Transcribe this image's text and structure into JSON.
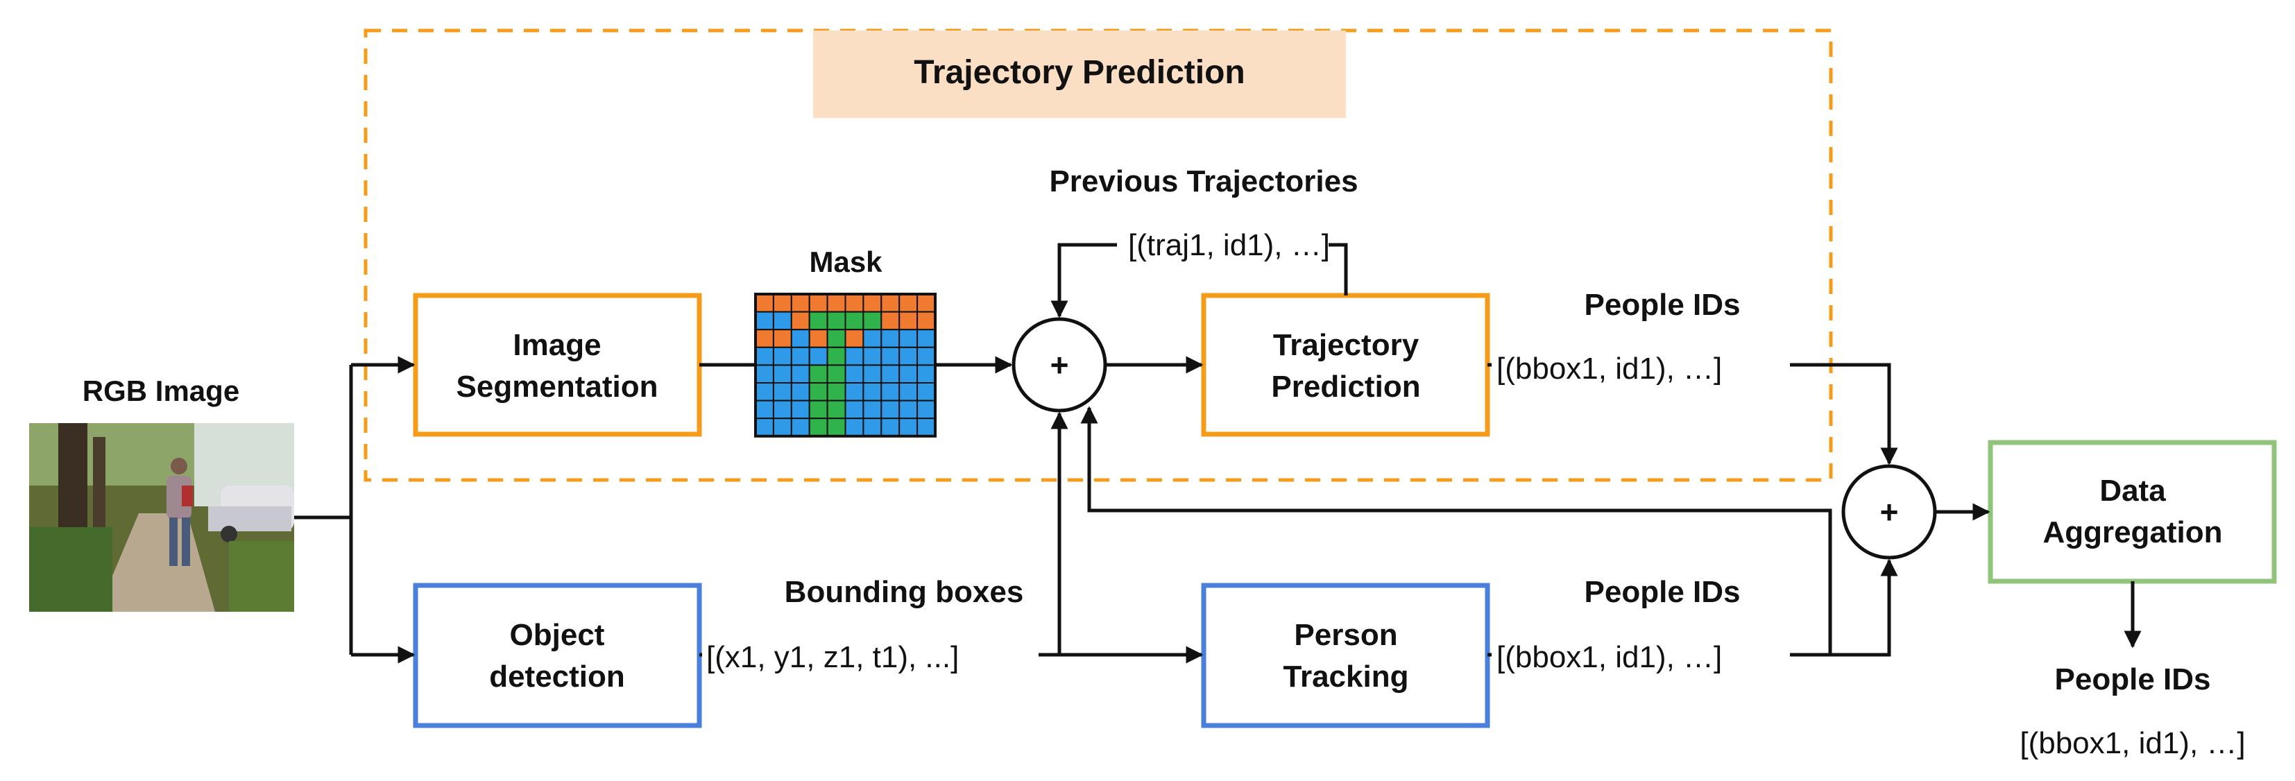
{
  "colors": {
    "orange": "#f59d1a",
    "blue": "#4a7fdb",
    "green": "#8fc47a",
    "title_fill": "#fbdfc5",
    "arrow": "#111111",
    "mask_orange": "#f07b30",
    "mask_blue": "#2f9be8",
    "mask_green": "#2fb34a"
  },
  "group": {
    "title": "Trajectory Prediction"
  },
  "input": {
    "label": "RGB Image"
  },
  "nodes": {
    "segmentation": {
      "line1": "Image",
      "line2": "Segmentation"
    },
    "trajectory": {
      "line1": "Trajectory",
      "line2": "Prediction"
    },
    "detection": {
      "line1": "Object",
      "line2": "detection"
    },
    "tracking": {
      "line1": "Person",
      "line2": "Tracking"
    },
    "aggregation": {
      "line1": "Data",
      "line2": "Aggregation"
    },
    "plus_top": "+",
    "plus_right": "+"
  },
  "labels": {
    "mask": "Mask",
    "previous_trajectories": "Previous Trajectories",
    "previous_value": "[(traj1, id1), …]",
    "people_ids_top": "People IDs",
    "people_ids_top_value": "[(bbox1, id1), …]",
    "bounding_boxes": "Bounding boxes",
    "bounding_boxes_value": "[(x1, y1, z1, t1), ...]",
    "people_ids_mid": "People IDs",
    "people_ids_mid_value": "[(bbox1, id1), …]",
    "people_ids_out": "People IDs",
    "people_ids_out_value": "[(bbox1, id1), …]"
  },
  "mask_grid": [
    "OOOOOOOOOO",
    "BBOGGGGOOO",
    "OOBOGOBBBB",
    "BBBBGBBBBB",
    "BBBGGBBBBB",
    "BBBGGBBBBB",
    "BBBGGBBBBB",
    "BBBGGBBBBB"
  ]
}
